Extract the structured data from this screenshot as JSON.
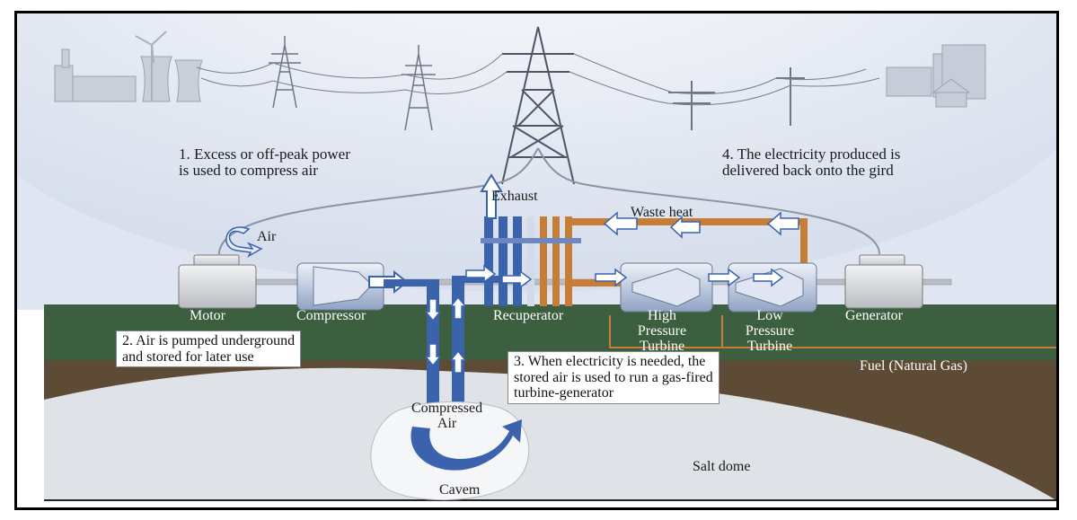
{
  "step1": [
    "1. Excess or off-peak power",
    "is used to compress air"
  ],
  "step2": [
    "2. Air is pumped underground",
    "and stored for later use"
  ],
  "step3": [
    "3. When electricity is needed, the",
    "stored air is used to run a gas-fired",
    "turbine-generator"
  ],
  "step4": [
    "4. The electricity produced is",
    "delivered back onto the gird"
  ],
  "labels": {
    "exhaust": "Exhaust",
    "waste_heat": "Waste heat",
    "air": "Air",
    "motor": "Motor",
    "compressor": "Compressor",
    "recuperator": "Recuperator",
    "hp_turbine": [
      "High",
      "Pressure",
      "Turbine"
    ],
    "lp_turbine": [
      "Low",
      "Pressure",
      "Turbine"
    ],
    "generator": "Generator",
    "fuel": "Fuel (Natural Gas)",
    "compressed_air": [
      "Compressed",
      "Air"
    ],
    "cavern": "Cavem",
    "salt_dome": "Salt dome"
  },
  "colors": {
    "sky": "#e3e8f3",
    "grass": "#3c5f3f",
    "soil": "#5e4b36",
    "salt_dome": "#dfe2e6",
    "pipe_blue": "#3b62ad",
    "pipe_orange": "#c77d34",
    "arrow_fill": "#ffffff"
  }
}
